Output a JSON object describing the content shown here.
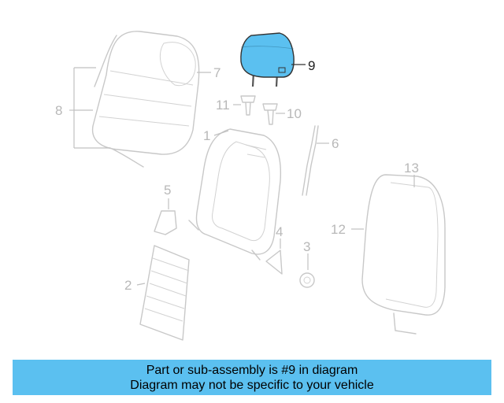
{
  "callouts": {
    "c1": "1",
    "c2": "2",
    "c3": "3",
    "c4": "4",
    "c5": "5",
    "c6": "6",
    "c7": "7",
    "c8": "8",
    "c9": "9",
    "c10": "10",
    "c11": "11",
    "c12": "12",
    "c13": "13"
  },
  "highlight_color": "#5bc0f0",
  "caption": {
    "line1": "Part or sub-assembly is #9 in diagram",
    "line2": "Diagram may not be specific to your vehicle"
  }
}
